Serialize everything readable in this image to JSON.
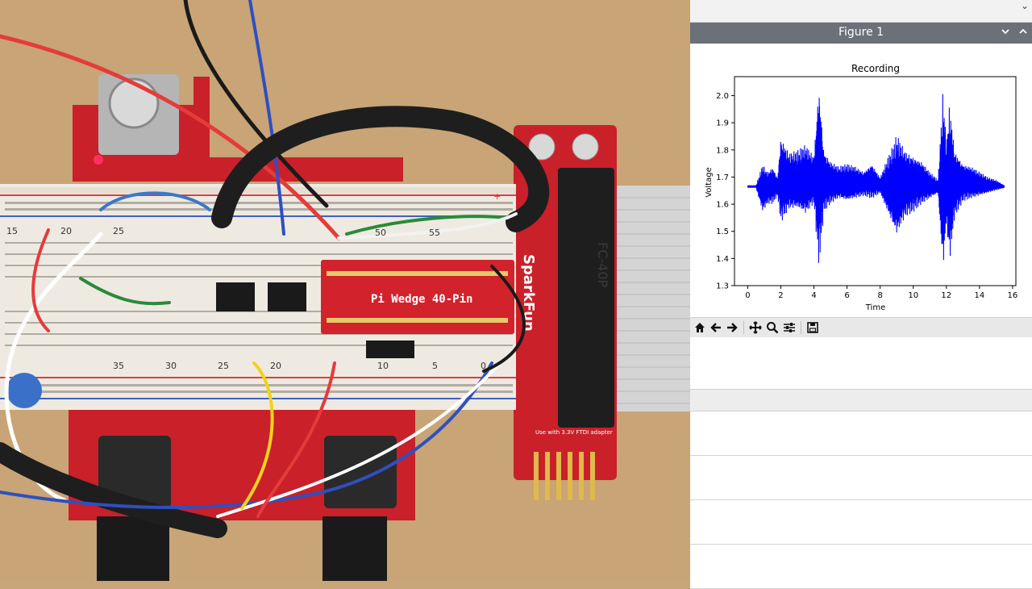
{
  "window": {
    "title": "Figure 1",
    "collapse_icon": "chevron-down-icon",
    "maximize_icon": "chevron-up-icon",
    "top_strip_icon": "chevron-down-icon"
  },
  "toolbar": {
    "items": [
      {
        "name": "home-icon"
      },
      {
        "name": "back-arrow-icon"
      },
      {
        "name": "forward-arrow-icon"
      },
      {
        "name": "pan-icon"
      },
      {
        "name": "zoom-icon"
      },
      {
        "name": "configure-subplots-icon"
      },
      {
        "name": "save-icon"
      }
    ]
  },
  "photo": {
    "board_label": "Pi Wedge 40-Pin",
    "brand": "SparkFun",
    "connector_label": "FC-40P",
    "adapter_note": "Use with 3.3V FTDI adapter",
    "row_numbers": [
      "15",
      "20",
      "25",
      "50",
      "55",
      "35",
      "30",
      "25",
      "20",
      "10",
      "5",
      "0"
    ],
    "rail_plus": "+"
  },
  "chart_data": {
    "type": "line",
    "title": "Recording",
    "xlabel": "Time",
    "ylabel": "Voltage",
    "xlim": [
      -0.8,
      16.2
    ],
    "ylim": [
      1.3,
      2.07
    ],
    "xticks": [
      "0",
      "2",
      "4",
      "6",
      "8",
      "10",
      "12",
      "14",
      "16"
    ],
    "yticks": [
      "1.3",
      "1.4",
      "1.5",
      "1.6",
      "1.7",
      "1.8",
      "1.9",
      "2.0"
    ],
    "series": [
      {
        "color": "#0000ff",
        "envelope": {
          "t": [
            0.0,
            0.5,
            0.9,
            1.2,
            1.5,
            1.8,
            2.0,
            2.5,
            3.0,
            3.5,
            4.0,
            4.3,
            4.6,
            5.0,
            5.5,
            6.0,
            6.5,
            7.0,
            7.5,
            8.0,
            8.5,
            8.8,
            9.0,
            9.5,
            10.0,
            10.5,
            11.0,
            11.5,
            11.8,
            12.0,
            12.2,
            12.5,
            13.0,
            13.5,
            14.0,
            14.5,
            15.0,
            15.5
          ],
          "max": [
            1.67,
            1.67,
            1.75,
            1.72,
            1.74,
            1.7,
            1.85,
            1.79,
            1.8,
            1.82,
            1.78,
            2.05,
            1.8,
            1.76,
            1.74,
            1.75,
            1.74,
            1.72,
            1.75,
            1.7,
            1.78,
            1.82,
            1.86,
            1.8,
            1.78,
            1.76,
            1.72,
            1.69,
            2.03,
            1.83,
            1.98,
            1.8,
            1.75,
            1.74,
            1.72,
            1.7,
            1.69,
            1.67
          ],
          "min": [
            1.66,
            1.66,
            1.57,
            1.6,
            1.6,
            1.63,
            1.53,
            1.58,
            1.58,
            1.56,
            1.6,
            1.36,
            1.57,
            1.6,
            1.62,
            1.61,
            1.62,
            1.63,
            1.62,
            1.64,
            1.56,
            1.51,
            1.48,
            1.55,
            1.57,
            1.6,
            1.62,
            1.64,
            1.34,
            1.52,
            1.38,
            1.55,
            1.61,
            1.62,
            1.63,
            1.64,
            1.65,
            1.66
          ]
        }
      }
    ]
  }
}
